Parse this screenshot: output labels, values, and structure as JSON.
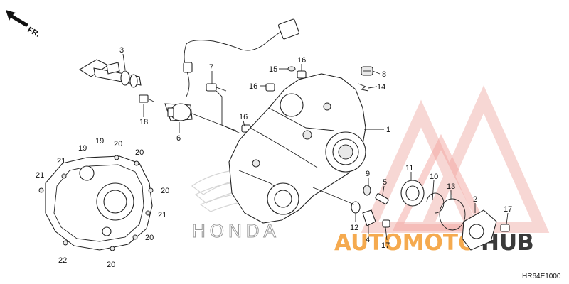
{
  "orientation": {
    "label": "FR.",
    "icon": "front-arrow-icon"
  },
  "diagram_code": "HR64E1000",
  "background_logo": {
    "text": "HONDA"
  },
  "watermark": {
    "text_prefix": "AUTOMOTO",
    "text_suffix": "HUB",
    "prefix_color": "#f4a13c",
    "suffix_color": "#3a3a3a",
    "logo_color": "#e85a4f"
  },
  "callouts": [
    {
      "id": "c3",
      "label": "3"
    },
    {
      "id": "c7",
      "label": "7"
    },
    {
      "id": "c15",
      "label": "15"
    },
    {
      "id": "c16a",
      "label": "16"
    },
    {
      "id": "c16b",
      "label": "16"
    },
    {
      "id": "c16c",
      "label": "16"
    },
    {
      "id": "c8",
      "label": "8"
    },
    {
      "id": "c14",
      "label": "14"
    },
    {
      "id": "c1",
      "label": "1"
    },
    {
      "id": "c18",
      "label": "18"
    },
    {
      "id": "c6",
      "label": "6"
    },
    {
      "id": "c9",
      "label": "9"
    },
    {
      "id": "c5",
      "label": "5"
    },
    {
      "id": "c11",
      "label": "11"
    },
    {
      "id": "c10",
      "label": "10"
    },
    {
      "id": "c13",
      "label": "13"
    },
    {
      "id": "c2",
      "label": "2"
    },
    {
      "id": "c17a",
      "label": "17"
    },
    {
      "id": "c17b",
      "label": "17"
    },
    {
      "id": "c12",
      "label": "12"
    },
    {
      "id": "c4",
      "label": "4"
    },
    {
      "id": "c19a",
      "label": "19"
    },
    {
      "id": "c19b",
      "label": "19"
    },
    {
      "id": "c20a",
      "label": "20"
    },
    {
      "id": "c20b",
      "label": "20"
    },
    {
      "id": "c20c",
      "label": "20"
    },
    {
      "id": "c20d",
      "label": "20"
    },
    {
      "id": "c20e",
      "label": "20"
    },
    {
      "id": "c20f",
      "label": "20"
    },
    {
      "id": "c21a",
      "label": "21"
    },
    {
      "id": "c21b",
      "label": "21"
    },
    {
      "id": "c21c",
      "label": "21"
    },
    {
      "id": "c22",
      "label": "22"
    }
  ]
}
